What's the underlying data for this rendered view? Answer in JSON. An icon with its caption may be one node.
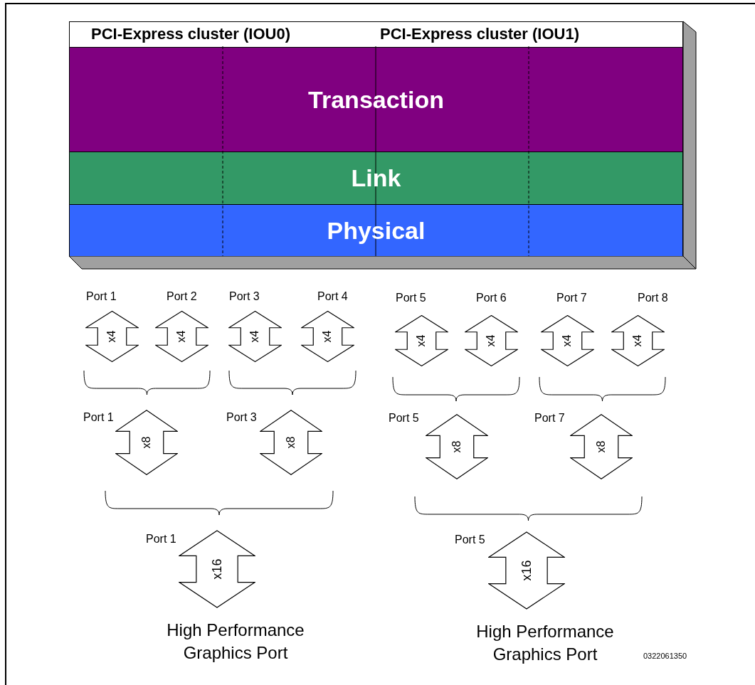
{
  "diagram": {
    "nodes": [
      {
        "text": [
          "PCI-Express cluster (IOU0)",
          "PCI-Express cluster (IOU1)"
        ]
      },
      {
        "text": [
          "Transaction"
        ],
        "in": 0
      },
      {
        "text": [
          "Link"
        ],
        "in": 0
      },
      {
        "text": [
          "Physical"
        ],
        "in": 0
      },
      {
        "text": [
          "x4"
        ],
        "beside": [
          "Port 1"
        ]
      },
      {
        "text": [
          "x4"
        ],
        "beside": [
          "Port 2"
        ]
      },
      {
        "text": [
          "x4"
        ],
        "beside": [
          "Port 3"
        ]
      },
      {
        "text": [
          "x4"
        ],
        "beside": [
          "Port 4"
        ]
      },
      {
        "text": [
          "x4"
        ],
        "beside": [
          "Port 5"
        ]
      },
      {
        "text": [
          "x4"
        ],
        "beside": [
          "Port 6"
        ]
      },
      {
        "text": [
          "x4"
        ],
        "beside": [
          "Port 7"
        ]
      },
      {
        "text": [
          "x4"
        ],
        "beside": [
          "Port 8"
        ]
      },
      {
        "text": [
          "x8"
        ],
        "beside": [
          "Port 1"
        ]
      },
      {
        "text": [
          "x8"
        ],
        "beside": [
          "Port 3"
        ]
      },
      {
        "text": [
          "x8"
        ],
        "beside": [
          "Port 5"
        ]
      },
      {
        "text": [
          "x8"
        ],
        "beside": [
          "Port 7"
        ]
      },
      {
        "text": [
          "x16"
        ],
        "beside": [
          "Port 1",
          "High Performance Graphics Port"
        ]
      },
      {
        "text": [
          "x16"
        ],
        "beside": [
          "Port 5",
          "High Performance Graphics Port"
        ]
      }
    ],
    "edges": [],
    "labels": [
      "0322061350"
    ]
  }
}
